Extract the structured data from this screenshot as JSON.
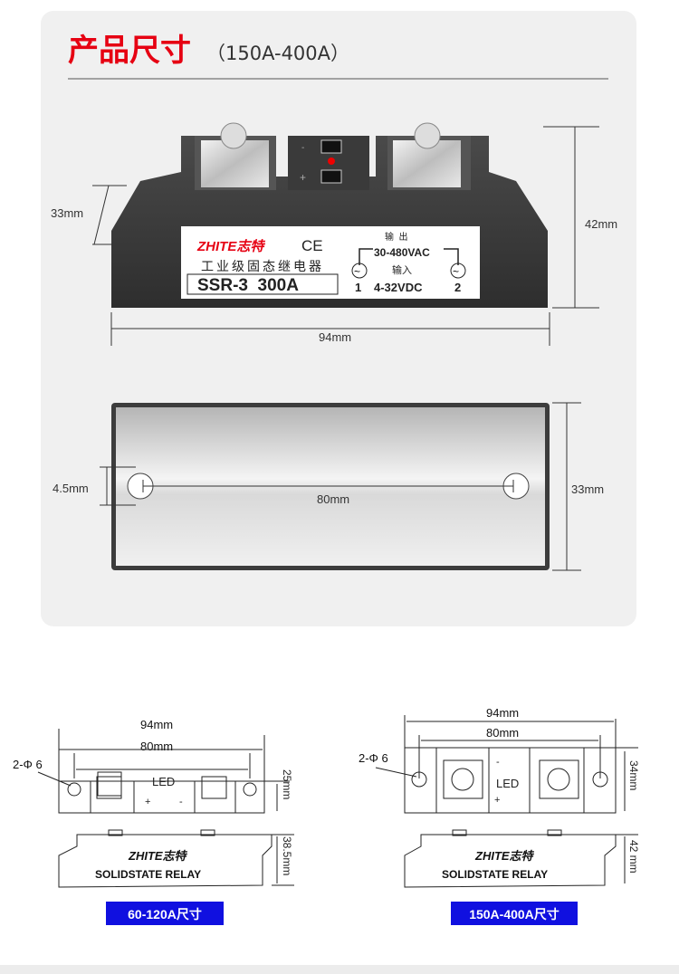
{
  "header": {
    "title": "产品尺寸",
    "subtitle": "（150A-400A）",
    "accent_color": "#e60012"
  },
  "front_view": {
    "brand": "ZHITE志特",
    "ce": "CE",
    "product_type": "工业级固态继电器",
    "model": "SSR-3  300A",
    "output_label": "输  出",
    "output_voltage": "30-480VAC",
    "input_label": "输入",
    "input_voltage": "4-32VDC",
    "terminal_1": "1",
    "terminal_2": "2",
    "polarity_minus": "-",
    "polarity_plus": "+",
    "dim_height_side": "33mm",
    "dim_height": "42mm",
    "dim_width": "94mm"
  },
  "bottom_view": {
    "dim_hole": "4.5mm",
    "dim_spacing": "80mm",
    "dim_depth": "33mm"
  },
  "drawings": [
    {
      "caption": "60-120A尺寸",
      "width": "94mm",
      "spacing": "80mm",
      "hole": "2-Φ 6",
      "depth": "25mm",
      "height": "38.5mm",
      "led": "LED",
      "plus": "+",
      "minus": "-",
      "side_text": "SOLIDSTATE RELAY",
      "brand": "ZHITE志特"
    },
    {
      "caption": "150A-400A尺寸",
      "width": "94mm",
      "spacing": "80mm",
      "hole": "2-Φ 6",
      "depth": "34mm",
      "height": "42 mm",
      "led": "LED",
      "plus": "+",
      "minus": "-",
      "side_text": "SOLIDSTATE RELAY",
      "brand": "ZHITE志特"
    }
  ]
}
